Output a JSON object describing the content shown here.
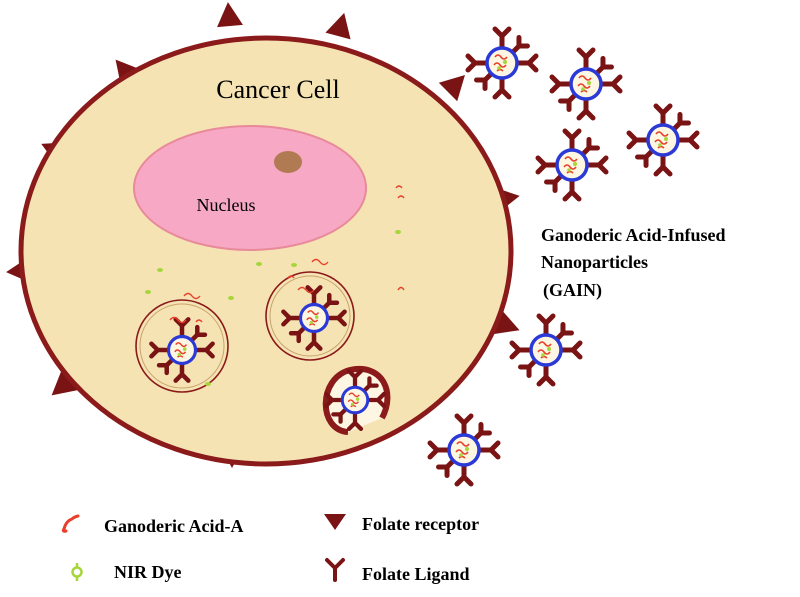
{
  "cell": {
    "label": "Cancer Cell",
    "fill": "#f5e3b3",
    "outline": "#8b1a1a"
  },
  "nucleus": {
    "label": "Nucleus",
    "fill": "#f7a8c4",
    "outline": "#e88a9a",
    "nucleolus_color": "#b07a52"
  },
  "particles_label": {
    "line1": "Ganoderic Acid-Infused",
    "line2": "Nanoparticles",
    "line3": "(GAIN)"
  },
  "legend": {
    "items": [
      {
        "label": "Ganoderic Acid-A",
        "icon": "ganoderic-acid-icon"
      },
      {
        "label": "NIR Dye",
        "icon": "nir-dye-icon"
      },
      {
        "label": "Folate receptor",
        "icon": "folate-receptor-icon"
      },
      {
        "label": "Folate Ligand",
        "icon": "folate-ligand-icon"
      }
    ]
  },
  "colors": {
    "receptor": "#7a1414",
    "nanoparticle_ring": "#2b3ad6",
    "ganoderic_acid": "#e8402a",
    "nir_dye": "#a6d63a"
  }
}
